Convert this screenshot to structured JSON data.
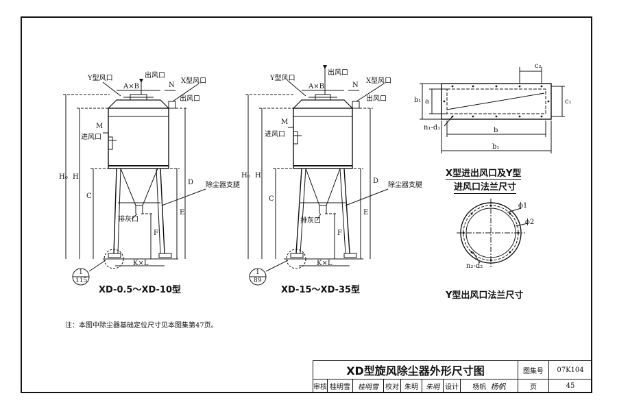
{
  "left_diagram": {
    "labels": {
      "y_port": "Y型风口",
      "axb": "A×B",
      "inlet_top": "出风口",
      "x_port": "X型风口",
      "n": "N",
      "outlet_side": "出风口",
      "m": "M",
      "inlet": "进风口",
      "h0": "H₀",
      "h": "H",
      "c": "C",
      "d": "D",
      "e": "E",
      "f": "F",
      "ash": "排灰口",
      "support": "除尘器支腿",
      "kxl": "K×L"
    },
    "detail_top": "1",
    "detail_bottom": "115",
    "caption": "XD-0.5～XD-10型"
  },
  "middle_diagram": {
    "labels": {
      "y_port": "Y型风口",
      "axb": "A×B",
      "inlet_top": "出风口",
      "x_port": "X型风口",
      "n": "N",
      "outlet_side": "出风口",
      "m": "M",
      "inlet": "进风口",
      "h0": "H₀",
      "h": "H",
      "c": "C",
      "d": "D",
      "e": "E",
      "f": "F",
      "ash": "排灰口",
      "support": "除尘器支腿",
      "kxl": "K×L"
    },
    "detail_top": "1",
    "detail_bottom": "89",
    "caption": "XD-15～XD-35型"
  },
  "rect_flange": {
    "labels": {
      "c2": "c₂",
      "b1_side": "b₁",
      "a": "a",
      "c1": "c₁",
      "nd": "n₁-d₁",
      "b": "b",
      "b1": "b₁"
    },
    "caption_line1": "X型进出风口及Y型",
    "caption_line2": "进风口法兰尺寸"
  },
  "round_flange": {
    "labels": {
      "phi1": "ϕ1",
      "phi2": "ϕ2",
      "nd": "n₂-d₂"
    },
    "caption": "Y型出风口法兰尺寸"
  },
  "note": "注：本图中除尘器基础定位尺寸见本图集第47页。",
  "title_block": {
    "title": "XD型旋风除尘器外形尺寸图",
    "atlas_label": "图集号",
    "atlas_no": "07K104",
    "review_label": "审核",
    "reviewer": "桂明雪",
    "reviewer_sign": "桂明雪",
    "check_label": "校对",
    "checker": "朱明",
    "checker_sign": "朱明",
    "design_label": "设计",
    "designer": "杨帆",
    "designer_sign": "杨帆",
    "page_label": "页",
    "page_no": "45"
  }
}
